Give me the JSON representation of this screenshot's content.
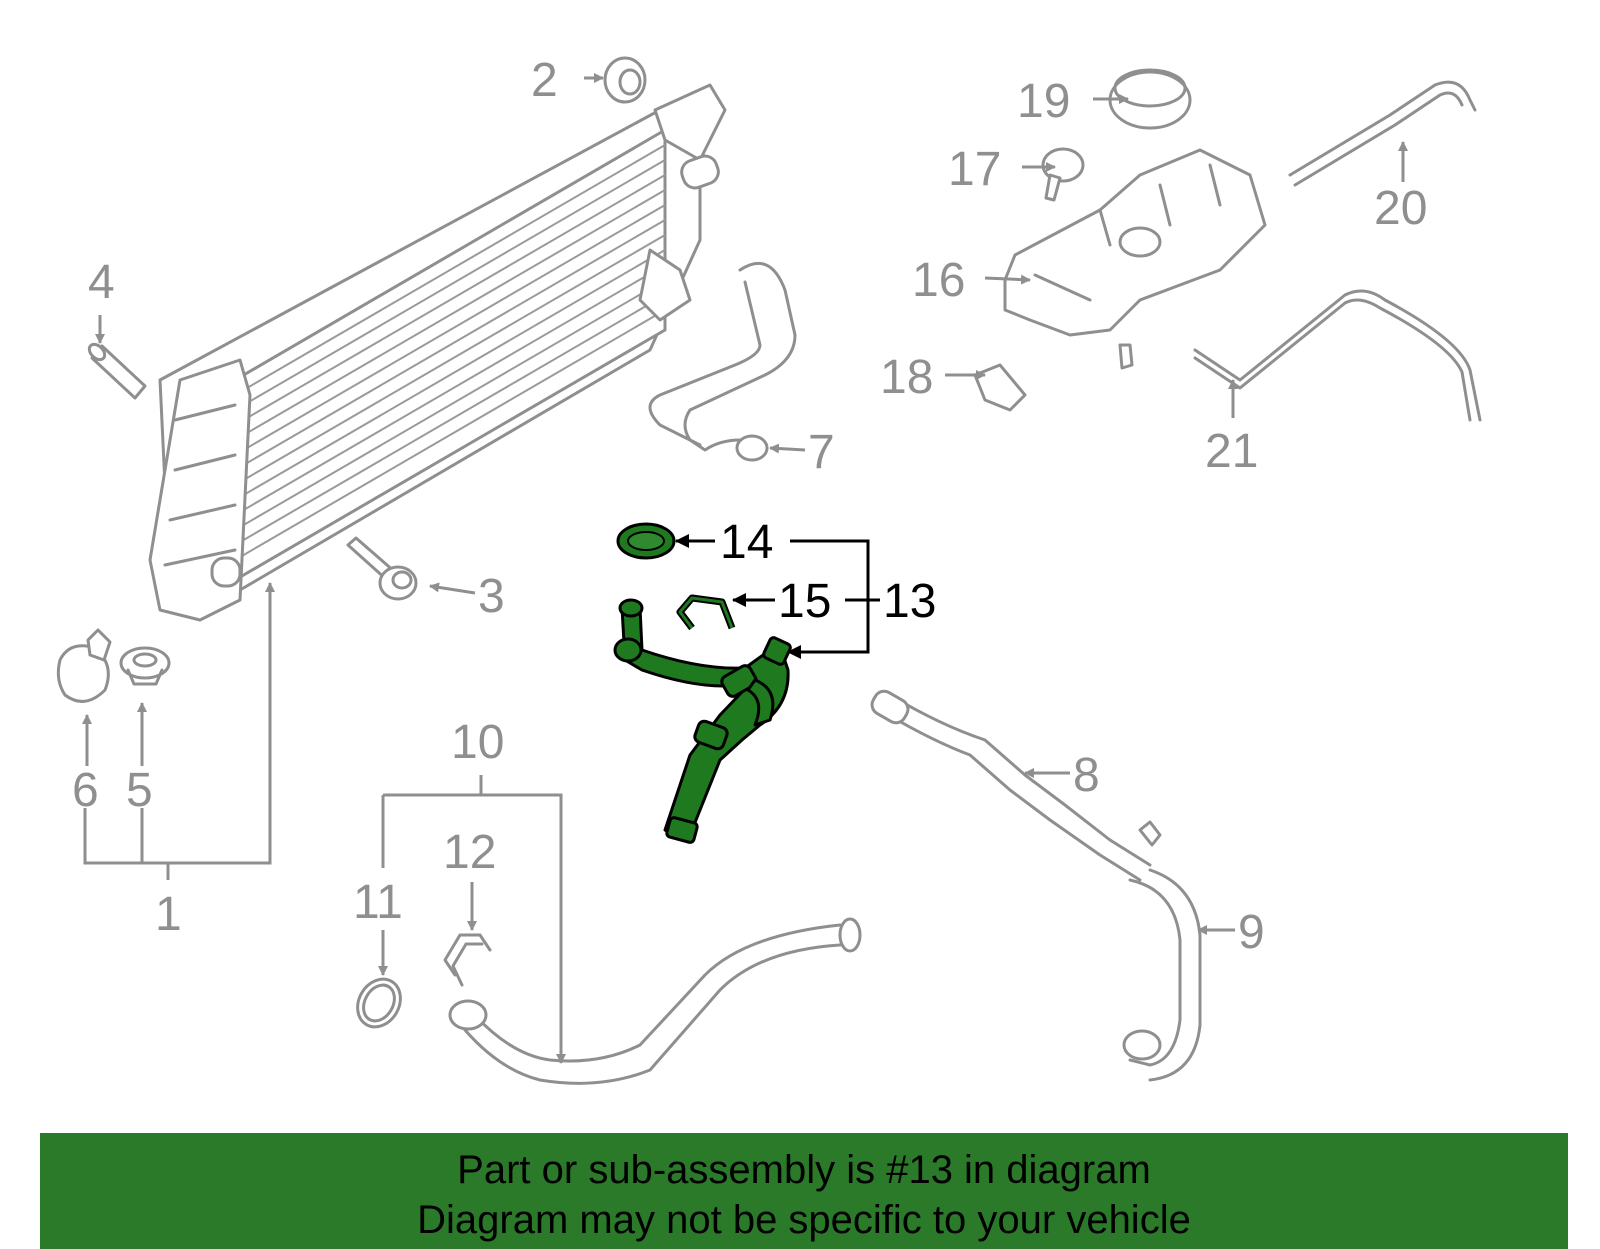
{
  "callouts": {
    "c1": "1",
    "c2": "2",
    "c3": "3",
    "c4": "4",
    "c5": "5",
    "c6": "6",
    "c7": "7",
    "c8": "8",
    "c9": "9",
    "c10": "10",
    "c11": "11",
    "c12": "12",
    "c13": "13",
    "c14": "14",
    "c15": "15",
    "c16": "16",
    "c17": "17",
    "c18": "18",
    "c19": "19",
    "c20": "20",
    "c21": "21"
  },
  "highlight": {
    "part": "13",
    "color": "#1f7a1f"
  },
  "banner": {
    "line1": "Part or sub-assembly is #13 in diagram",
    "line2": "Diagram may not be specific to your vehicle",
    "background": "#2a7a2a"
  }
}
